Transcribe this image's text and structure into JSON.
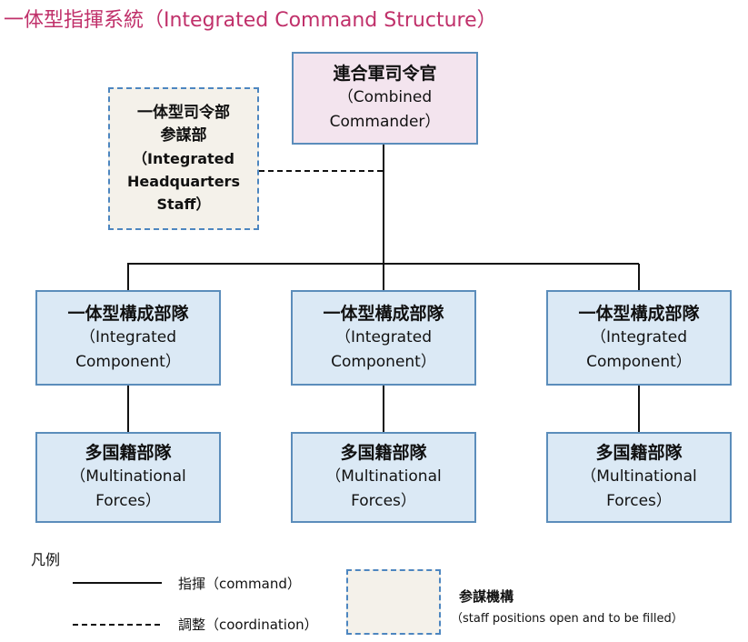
{
  "title": "一体型指揮系統（Integrated Command Structure）",
  "commander": {
    "jp": "連合軍司令官",
    "en1": "（Combined",
    "en2": "Commander）"
  },
  "staff": {
    "jp1": "一体型司令部",
    "jp2": "参謀部",
    "en1": "（Integrated",
    "en2": "Headquarters",
    "en3": "Staff）"
  },
  "components": [
    {
      "jp": "一体型構成部隊",
      "en1": "（Integrated",
      "en2": "Component）"
    },
    {
      "jp": "一体型構成部隊",
      "en1": "（Integrated",
      "en2": "Component）"
    },
    {
      "jp": "一体型構成部隊",
      "en1": "（Integrated",
      "en2": "Component）"
    }
  ],
  "forces": [
    {
      "jp": "多国籍部隊",
      "en1": "（Multinational",
      "en2": "Forces）"
    },
    {
      "jp": "多国籍部隊",
      "en1": "（Multinational",
      "en2": "Forces）"
    },
    {
      "jp": "多国籍部隊",
      "en1": "（Multinational",
      "en2": "Forces）"
    }
  ],
  "legend": {
    "title": "凡例",
    "command": "指揮（command）",
    "coordination": "調整（coordination）",
    "staff_jp": "参謀機構",
    "staff_en": "（staff positions open and to be filled）"
  },
  "colors": {
    "title": "#c0306a",
    "commander_fill": "#f3e4ee",
    "component_fill": "#dbe9f5",
    "staff_fill": "#f4f1ea",
    "border": "#5b8dbb"
  }
}
